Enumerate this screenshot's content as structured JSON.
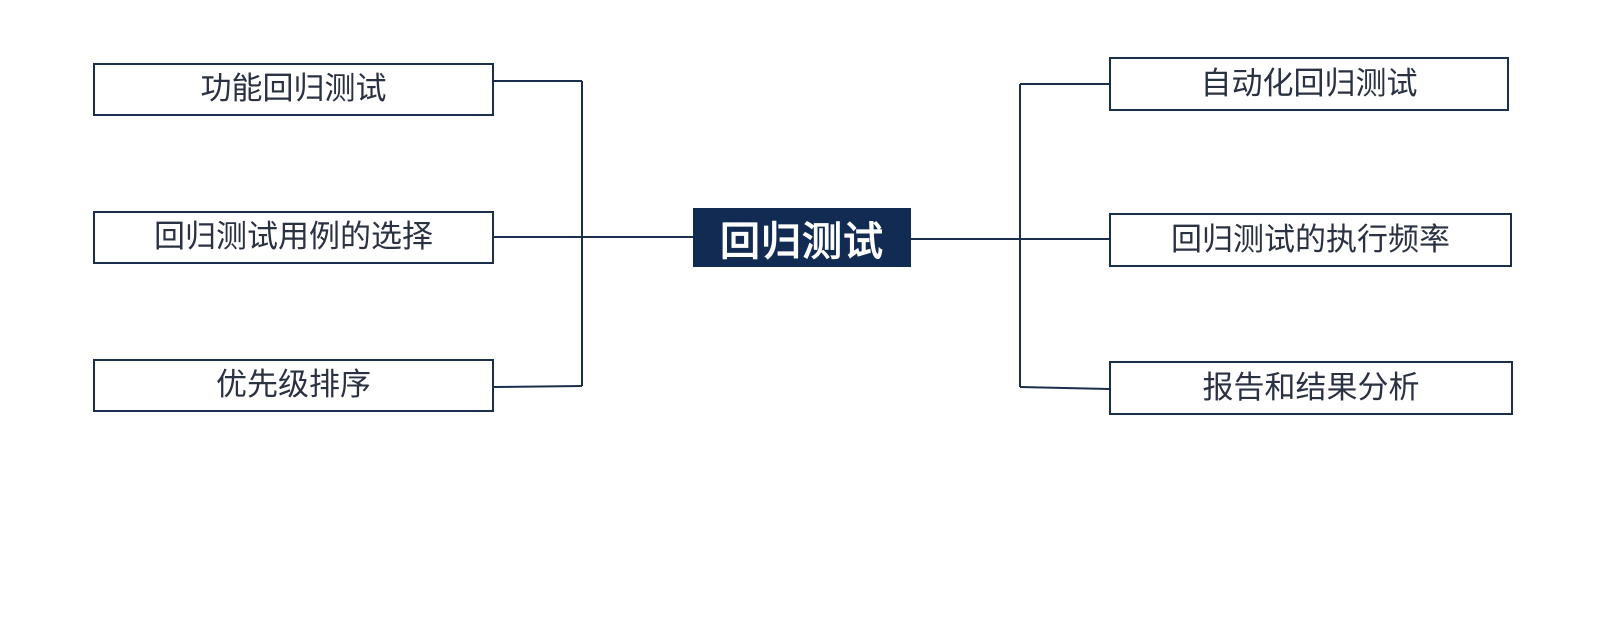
{
  "mindmap": {
    "center": {
      "label": "回归测试"
    },
    "left_branches": [
      {
        "label": "功能回归测试"
      },
      {
        "label": "回归测试用例的选择"
      },
      {
        "label": "优先级排序"
      }
    ],
    "right_branches": [
      {
        "label": "自动化回归测试"
      },
      {
        "label": "回归测试的执行频率"
      },
      {
        "label": "报告和结果分析"
      }
    ]
  },
  "colors": {
    "center_fill": "#112b52",
    "center_text": "#ffffff",
    "line": "#1b2f4c",
    "node_text": "#2a3142",
    "background": "#ffffff"
  }
}
